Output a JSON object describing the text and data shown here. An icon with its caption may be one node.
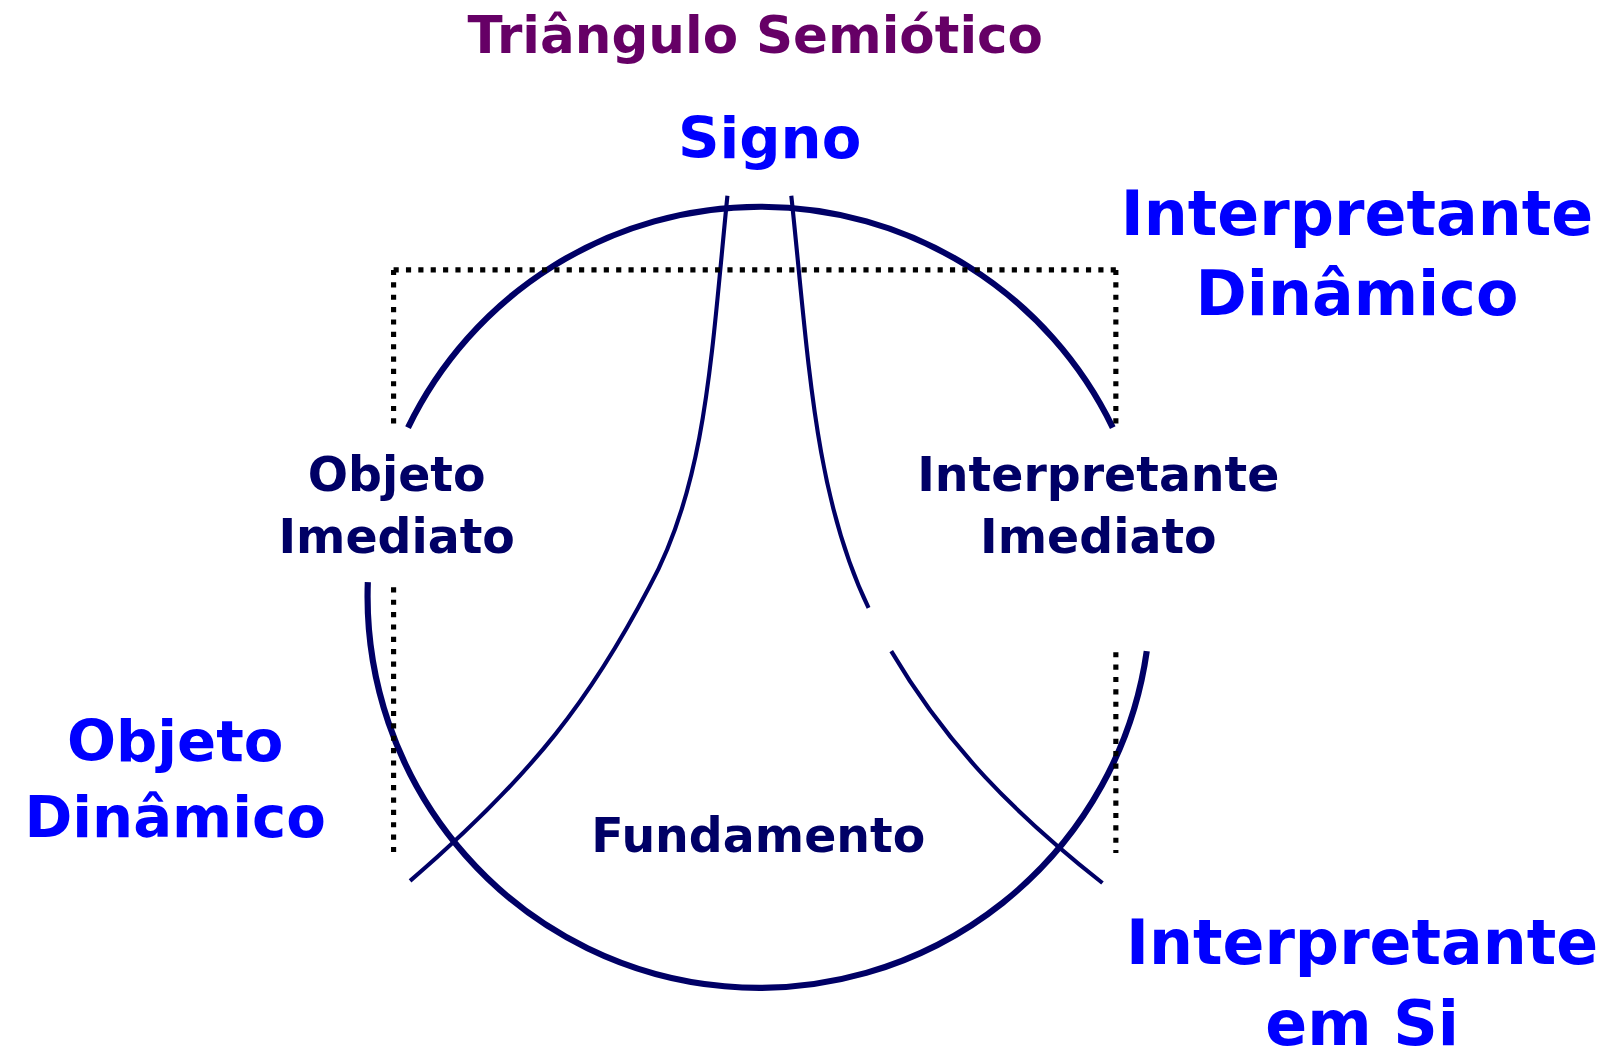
{
  "diagram": {
    "title": "Triângulo Semiótico",
    "labels": [
      "Signo",
      "Interpretante Dinâmico",
      "Objeto Imediato",
      "Interpretante Imediato",
      "Objeto Dinâmico",
      "Fundamento",
      "Interpretante em Si"
    ]
  }
}
